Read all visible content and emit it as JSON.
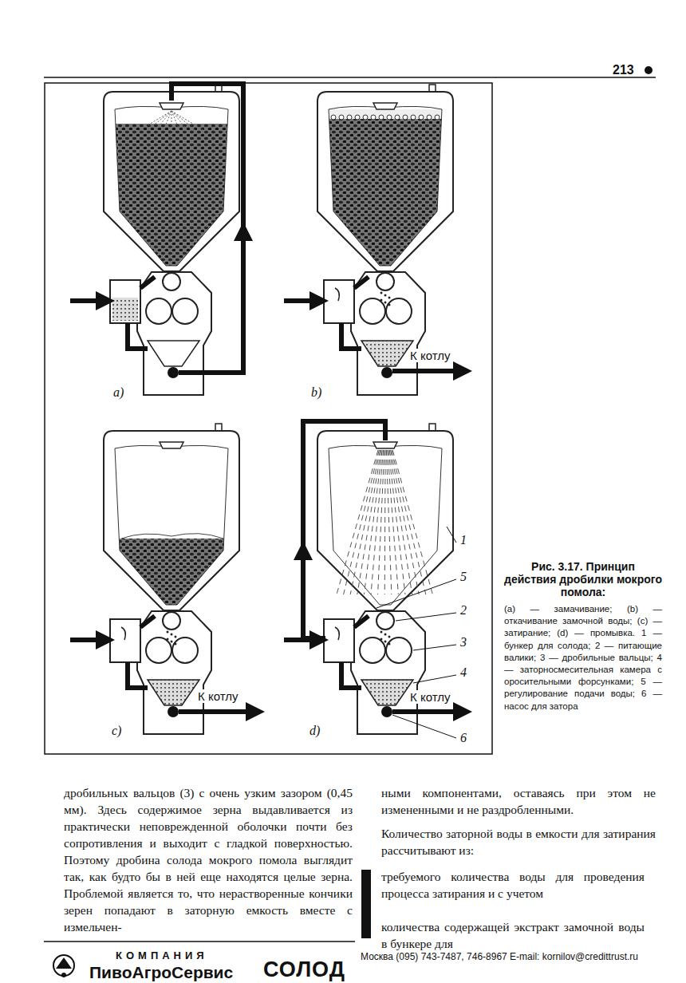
{
  "diagram": {
    "caption": "Рис. 3.17. Принцип действия дробилки мокрого помола:",
    "labels": [
      "213",
      "a)",
      "b)",
      "К котлу",
      "c)",
      "К котлу",
      "d)",
      "К котлу",
      "1",
      "5",
      "2",
      "3",
      "4",
      "6",
      "(a) — замачивание; (b) — откачивание замочной воды; (c) — затирание; (d) — промывка. 1 — бункер для солода; 2 — питающие валики; 3 — дробильные вальцы; 4 — заторносмесительная камера с оросительными форсунками; 5 — регулирование подачи воды; 6 — насос для затора",
      "дробильных вальцов (3) с очень узким зазором (0,45 мм). Здесь содержимое зерна выдавливается из практически неповрежденной оболочки почти без сопротивления и выходит с гладкой поверхностью. Поэтому дробина солода мокрого помола выглядит так, как будто бы в ней еще находятся целые зерна. Проблемой является то, что нерастворенные кончики зерен попадают в заторную емкость вместе с измельчен-",
      "ными компонентами, оставаясь при этом не измененными и не раздробленными.",
      "Количество заторной воды в емкости для затирания рассчитывают из:",
      "требуемого количества воды для проведения процесса затирания и с учетом",
      "количества содержащей экстракт замочной воды в бункере для",
      "КОМПАНИЯ",
      "ПивоАгроСервис",
      "СОЛОД",
      "Москва (095) 743-7487, 746-8967 E-mail: kornilov@credittrust.ru"
    ]
  }
}
